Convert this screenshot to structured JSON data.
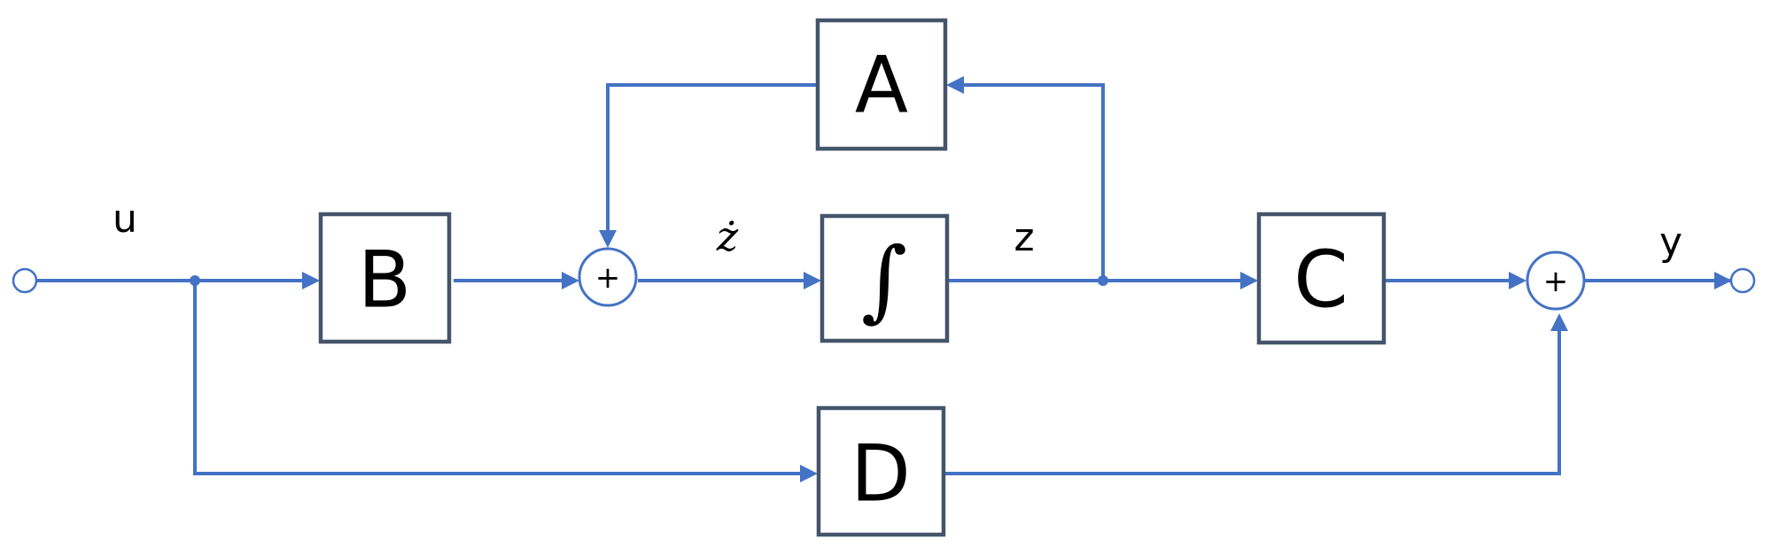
{
  "blocks": {
    "a": "A",
    "b": "B",
    "c": "C",
    "d": "D",
    "integrator": "∫"
  },
  "summing_junctions": {
    "state_sum": "+",
    "output_sum": "+"
  },
  "signals": {
    "input": "u",
    "state_derivative": "ż",
    "state": "z",
    "output": "y"
  },
  "colors": {
    "wire": "#4472C4",
    "block_border": "#44546A",
    "text": "#000000"
  }
}
